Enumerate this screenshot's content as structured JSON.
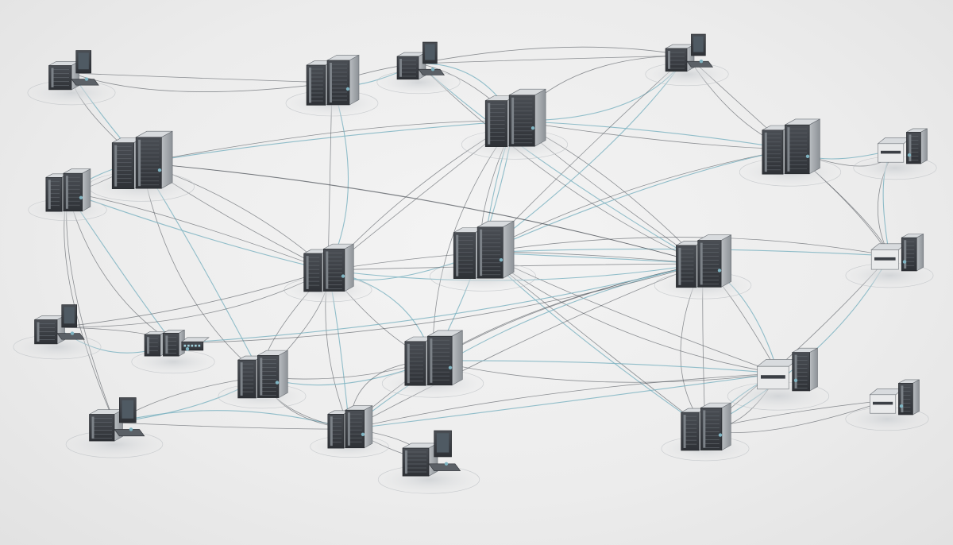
{
  "diagram": {
    "colors": {
      "background": "#ececec",
      "cable_dark": "#4a4f55",
      "cable_light": "#7fb4c2",
      "rack_front": "#3b3f45",
      "rack_side": "#9aa0a6",
      "rack_top": "#d8dbde",
      "shadow": "#c9cccf"
    },
    "icons": [
      "server-rack-icon",
      "workstation-icon",
      "printer-icon",
      "network-switch-icon"
    ],
    "nodes": [
      {
        "id": "n1",
        "kind": "workstation",
        "label": ""
      },
      {
        "id": "n2",
        "kind": "server",
        "label": ""
      },
      {
        "id": "n3",
        "kind": "workstation",
        "label": ""
      },
      {
        "id": "n4",
        "kind": "workstation",
        "label": ""
      },
      {
        "id": "n5",
        "kind": "server",
        "label": ""
      },
      {
        "id": "n6",
        "kind": "server",
        "label": ""
      },
      {
        "id": "n7",
        "kind": "server",
        "label": ""
      },
      {
        "id": "n8",
        "kind": "printer",
        "label": ""
      },
      {
        "id": "n9",
        "kind": "server",
        "label": ""
      },
      {
        "id": "n10",
        "kind": "server",
        "label": ""
      },
      {
        "id": "n11",
        "kind": "server",
        "label": ""
      },
      {
        "id": "n12",
        "kind": "printer",
        "label": ""
      },
      {
        "id": "n13",
        "kind": "workstation",
        "label": ""
      },
      {
        "id": "n14",
        "kind": "switch",
        "label": ""
      },
      {
        "id": "n15",
        "kind": "server",
        "label": ""
      },
      {
        "id": "n16",
        "kind": "server",
        "label": ""
      },
      {
        "id": "n17",
        "kind": "server",
        "label": ""
      },
      {
        "id": "n18",
        "kind": "workstation",
        "label": ""
      },
      {
        "id": "n19",
        "kind": "server",
        "label": ""
      },
      {
        "id": "n20",
        "kind": "printer",
        "label": ""
      },
      {
        "id": "n21",
        "kind": "server",
        "label": ""
      },
      {
        "id": "n22",
        "kind": "printer",
        "label": ""
      },
      {
        "id": "n23",
        "kind": "workstation",
        "label": ""
      }
    ],
    "links": [
      [
        "n1",
        "n5"
      ],
      [
        "n1",
        "n2"
      ],
      [
        "n2",
        "n3"
      ],
      [
        "n3",
        "n6"
      ],
      [
        "n3",
        "n4"
      ],
      [
        "n4",
        "n6"
      ],
      [
        "n5",
        "n6"
      ],
      [
        "n5",
        "n10"
      ],
      [
        "n5",
        "n16"
      ],
      [
        "n5",
        "n9"
      ],
      [
        "n6",
        "n10"
      ],
      [
        "n6",
        "n11"
      ],
      [
        "n6",
        "n7"
      ],
      [
        "n6",
        "n15"
      ],
      [
        "n6",
        "n17"
      ],
      [
        "n4",
        "n11"
      ],
      [
        "n4",
        "n7"
      ],
      [
        "n7",
        "n11"
      ],
      [
        "n7",
        "n8"
      ],
      [
        "n7",
        "n12"
      ],
      [
        "n11",
        "n12"
      ],
      [
        "n11",
        "n21"
      ],
      [
        "n11",
        "n20"
      ],
      [
        "n10",
        "n11"
      ],
      [
        "n10",
        "n15"
      ],
      [
        "n10",
        "n16"
      ],
      [
        "n9",
        "n10"
      ],
      [
        "n9",
        "n14"
      ],
      [
        "n9",
        "n18"
      ],
      [
        "n10",
        "n17"
      ],
      [
        "n10",
        "n19"
      ],
      [
        "n15",
        "n17"
      ],
      [
        "n15",
        "n19"
      ],
      [
        "n15",
        "n20"
      ],
      [
        "n15",
        "n21"
      ],
      [
        "n16",
        "n17"
      ],
      [
        "n16",
        "n18"
      ],
      [
        "n17",
        "n19"
      ],
      [
        "n19",
        "n20"
      ],
      [
        "n20",
        "n21"
      ],
      [
        "n21",
        "n22"
      ],
      [
        "n12",
        "n21"
      ],
      [
        "n13",
        "n14"
      ],
      [
        "n13",
        "n10"
      ],
      [
        "n14",
        "n15"
      ],
      [
        "n18",
        "n19"
      ],
      [
        "n19",
        "n23"
      ],
      [
        "n2",
        "n10"
      ],
      [
        "n3",
        "n15"
      ],
      [
        "n5",
        "n15"
      ],
      [
        "n8",
        "n12"
      ],
      [
        "n11",
        "n15"
      ],
      [
        "n16",
        "n19"
      ],
      [
        "n17",
        "n20"
      ]
    ]
  }
}
